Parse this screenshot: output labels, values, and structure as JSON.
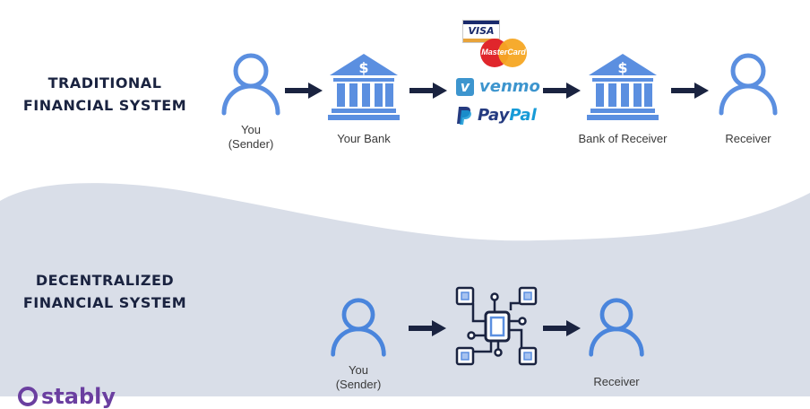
{
  "traditional": {
    "heading_line1": "TRADITIONAL",
    "heading_line2": "FINANCIAL SYSTEM",
    "nodes": [
      {
        "label_line1": "You",
        "label_line2": "(Sender)",
        "icon": "person-icon"
      },
      {
        "label_line1": "Your Bank",
        "icon": "bank-icon"
      },
      {
        "label_line1": "",
        "icon": "payment-providers",
        "providers": [
          "VISA",
          "MasterCard",
          "venmo",
          "PayPal"
        ]
      },
      {
        "label_line1": "Bank of Receiver",
        "icon": "bank-icon"
      },
      {
        "label_line1": "Receiver",
        "icon": "person-icon"
      }
    ]
  },
  "decentralized": {
    "heading_line1": "DECENTRALIZED",
    "heading_line2": "FINANCIAL SYSTEM",
    "nodes": [
      {
        "label_line1": "You",
        "label_line2": "(Sender)",
        "icon": "person-icon"
      },
      {
        "label_line1": "",
        "icon": "blockchain-network-icon"
      },
      {
        "label_line1": "Receiver",
        "icon": "person-icon"
      }
    ]
  },
  "brand": {
    "logo_text": "stably"
  },
  "colors": {
    "icon_blue": "#5b8fe0",
    "arrow_navy": "#1a2340",
    "heading_navy": "#1a2340",
    "wave_gray": "#d9dee8",
    "logo_purple": "#6b3fa0"
  }
}
